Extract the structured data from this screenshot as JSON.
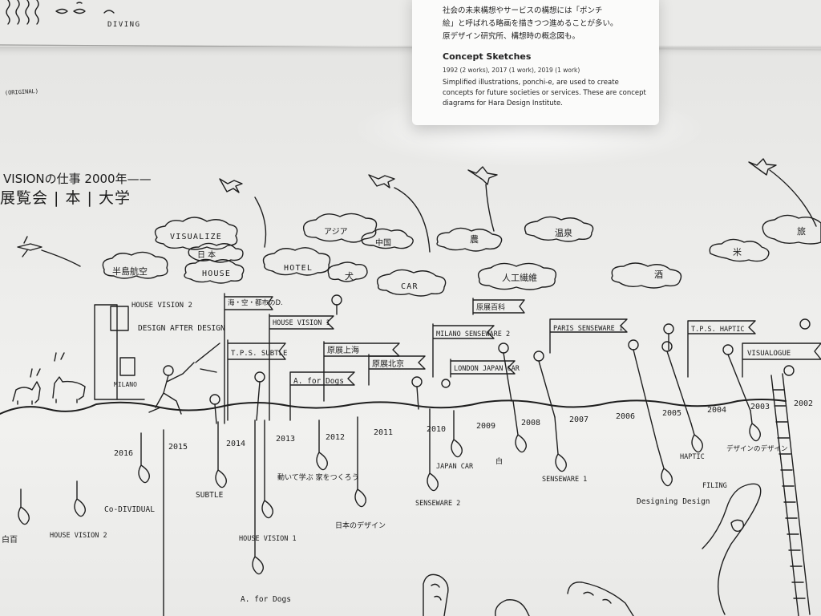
{
  "card": {
    "jp_text": "社会の未来構想やサービスの構想には「ポンチ\n絵」と呼ばれる略画を描きつつ進めることが多い。\n原デザイン研究所、構想時の概念図も。",
    "title": "Concept Sketches",
    "meta": "1992 (2 works), 2017 (1 work), 2019 (1 work)",
    "description": "Simplified illustrations, ponchi-e, are used to create concepts for future societies or services. These are concept diagrams for Hara Design Institute."
  },
  "top_panel": {
    "label": "DIVING"
  },
  "corner_note": "(ORIGINAL)",
  "heading": {
    "line1": "VISIONの仕事 2000年——",
    "line2": "展覧会 | 本 | 大学"
  },
  "clouds": [
    "VISUALIZE",
    "日 本",
    "半島航空",
    "HOUSE",
    "HOTEL",
    "犬",
    "アジア",
    "中国",
    "CAR",
    "農",
    "温泉",
    "人工繊維",
    "酒",
    "米",
    "旅"
  ],
  "flags": [
    "HOUSE VISION 2",
    "DESIGN AFTER DESIGN",
    "MILANO",
    "海・空・都市のD.",
    "HOUSE VISION 1",
    "T.P.S. SUBTLE",
    "原展上海",
    "原展北京",
    "A. for Dogs",
    "MILANO SENSEWARE 2",
    "原展百科",
    "LONDON JAPAN CAR",
    "PARIS SENSEWARE 1",
    "T.P.S. HAPTIC",
    "VISUALOGUE"
  ],
  "years": [
    "2016",
    "2015",
    "2014",
    "2013",
    "2012",
    "2011",
    "2010",
    "2009",
    "2008",
    "2007",
    "2006",
    "2005",
    "2004",
    "2003",
    "2002"
  ],
  "books": [
    "白百",
    "HOUSE VISION 2",
    "Co-DIVIDUAL",
    "SUBTLE",
    "動いて学ぶ 家をつくろう",
    "HOUSE VISION 1",
    "A. for Dogs",
    "日本のデザイン",
    "SENSEWARE 2",
    "JAPAN CAR",
    "白",
    "SENSEWARE 1",
    "Designing Design",
    "HAPTIC",
    "FILING",
    "デザインのデザイン"
  ]
}
